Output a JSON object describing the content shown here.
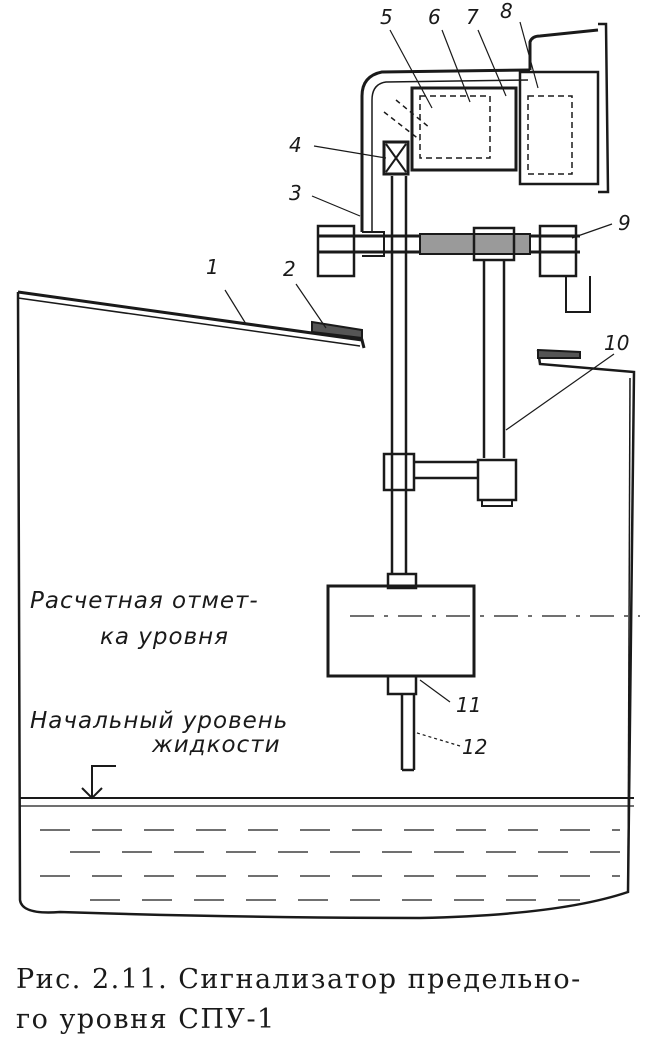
{
  "labels": {
    "n1": "1",
    "n2": "2",
    "n3": "3",
    "n4": "4",
    "n5": "5",
    "n6": "6",
    "n7": "7",
    "n8": "8",
    "n9": "9",
    "n10": "10",
    "n11": "11",
    "n12": "12"
  },
  "annotations": {
    "design_level_line1": "Расчетная отмет-",
    "design_level_line2": "ка уровня",
    "initial_level_line1": "Начальный уровень",
    "initial_level_line2": "жидкости"
  },
  "caption": {
    "line1": "Рис. 2.11. Сигнализатор предельно-",
    "line2": "го уровня СПУ-1"
  }
}
